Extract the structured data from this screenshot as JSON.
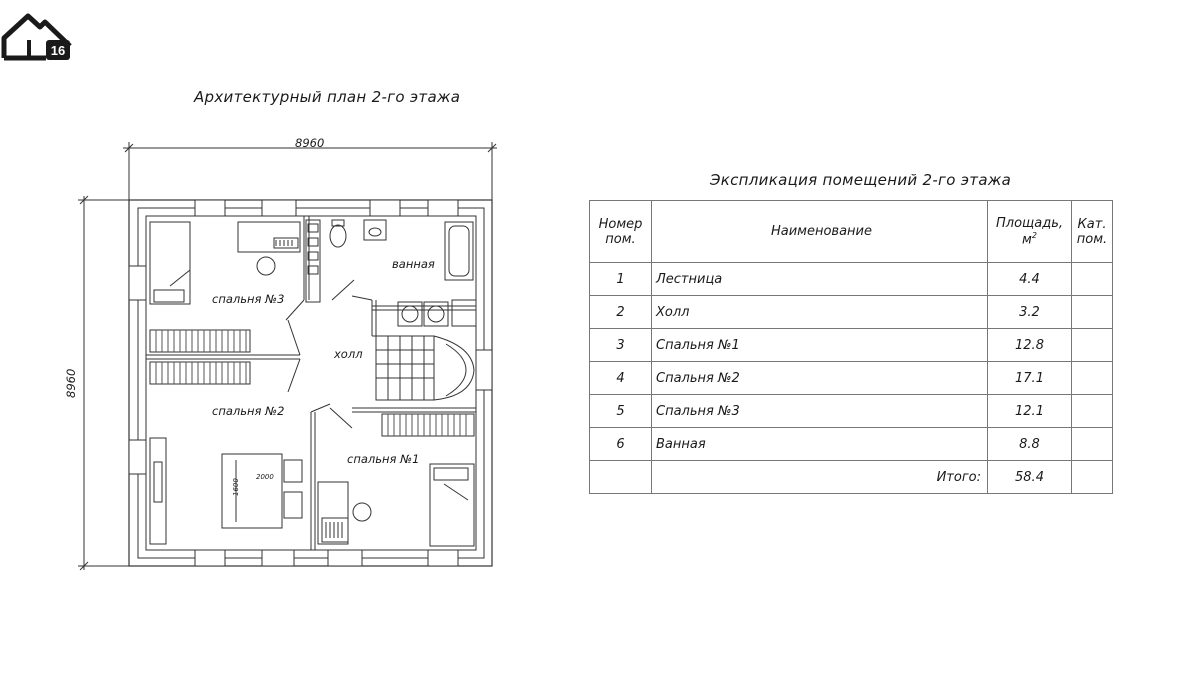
{
  "logo": {
    "badge_text": "16",
    "icon": "house-logo-icon"
  },
  "plan": {
    "title": "Архитектурный план 2-го этажа",
    "dimension_width": "8960",
    "dimension_height": "8960",
    "rooms": {
      "bedroom3": "спальня №3",
      "bathroom": "ванная",
      "hall": "холл",
      "bedroom2": "спальня №2",
      "bedroom1": "спальня №1"
    },
    "bed_length": "2000",
    "bed_width": "1600"
  },
  "explication": {
    "title": "Экспликация помещений 2-го этажа",
    "headers": {
      "number": [
        "Номер",
        "пом."
      ],
      "name": "Наименование",
      "area": [
        "Площадь,",
        "м",
        "2"
      ],
      "category": [
        "Кат.",
        "пом."
      ]
    },
    "rows": [
      {
        "number": "1",
        "name": "Лестница",
        "area": "4.4",
        "category": ""
      },
      {
        "number": "2",
        "name": "Холл",
        "area": "3.2",
        "category": ""
      },
      {
        "number": "3",
        "name": "Спальня №1",
        "area": "12.8",
        "category": ""
      },
      {
        "number": "4",
        "name": "Спальня №2",
        "area": "17.1",
        "category": ""
      },
      {
        "number": "5",
        "name": "Спальня №3",
        "area": "12.1",
        "category": ""
      },
      {
        "number": "6",
        "name": "Ванная",
        "area": "8.8",
        "category": ""
      }
    ],
    "total_label": "Итого:",
    "total_area": "58.4"
  }
}
